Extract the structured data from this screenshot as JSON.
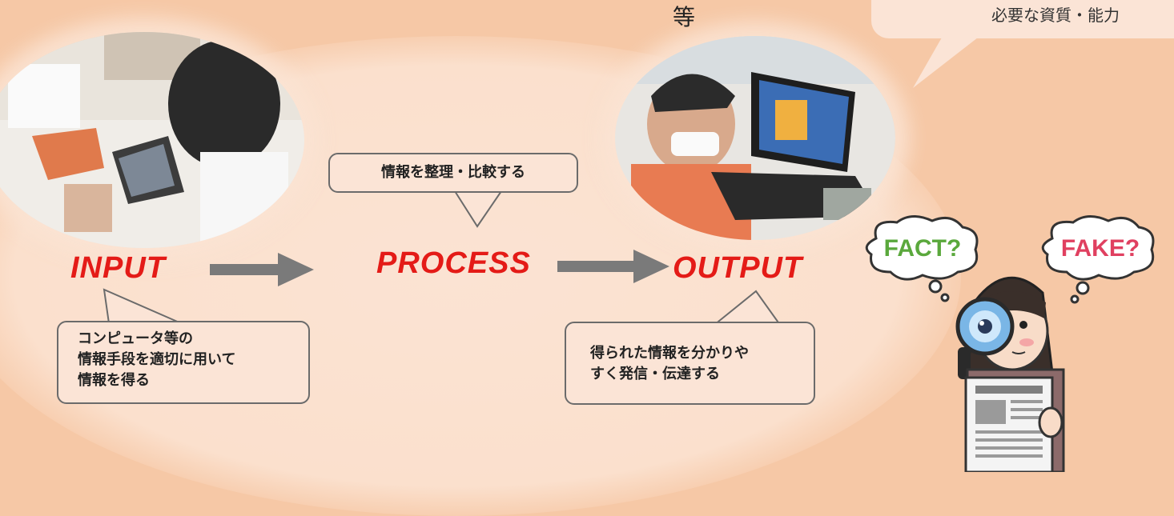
{
  "top_char": "等",
  "top_bubble_text": "必要な資質・能力",
  "stages": {
    "input": "INPUT",
    "process": "PROCESS",
    "output": "OUTPUT"
  },
  "callouts": {
    "process": "情報を整理・比較する",
    "input": [
      "コンピュータ等の",
      "情報手段を適切に用いて",
      "情報を得る"
    ],
    "output": [
      "得られた情報を分かりや",
      "すく発信・伝達する"
    ]
  },
  "illustration": {
    "left_thought": "FACT?",
    "right_thought": "FAKE?"
  },
  "colors": {
    "background": "#f6c8a6",
    "ellipse": "#fbe3d3",
    "accent_red": "#e41b17",
    "arrow_gray": "#7a7a7a",
    "fact_green": "#5aa83c",
    "fake_red": "#e04060"
  }
}
